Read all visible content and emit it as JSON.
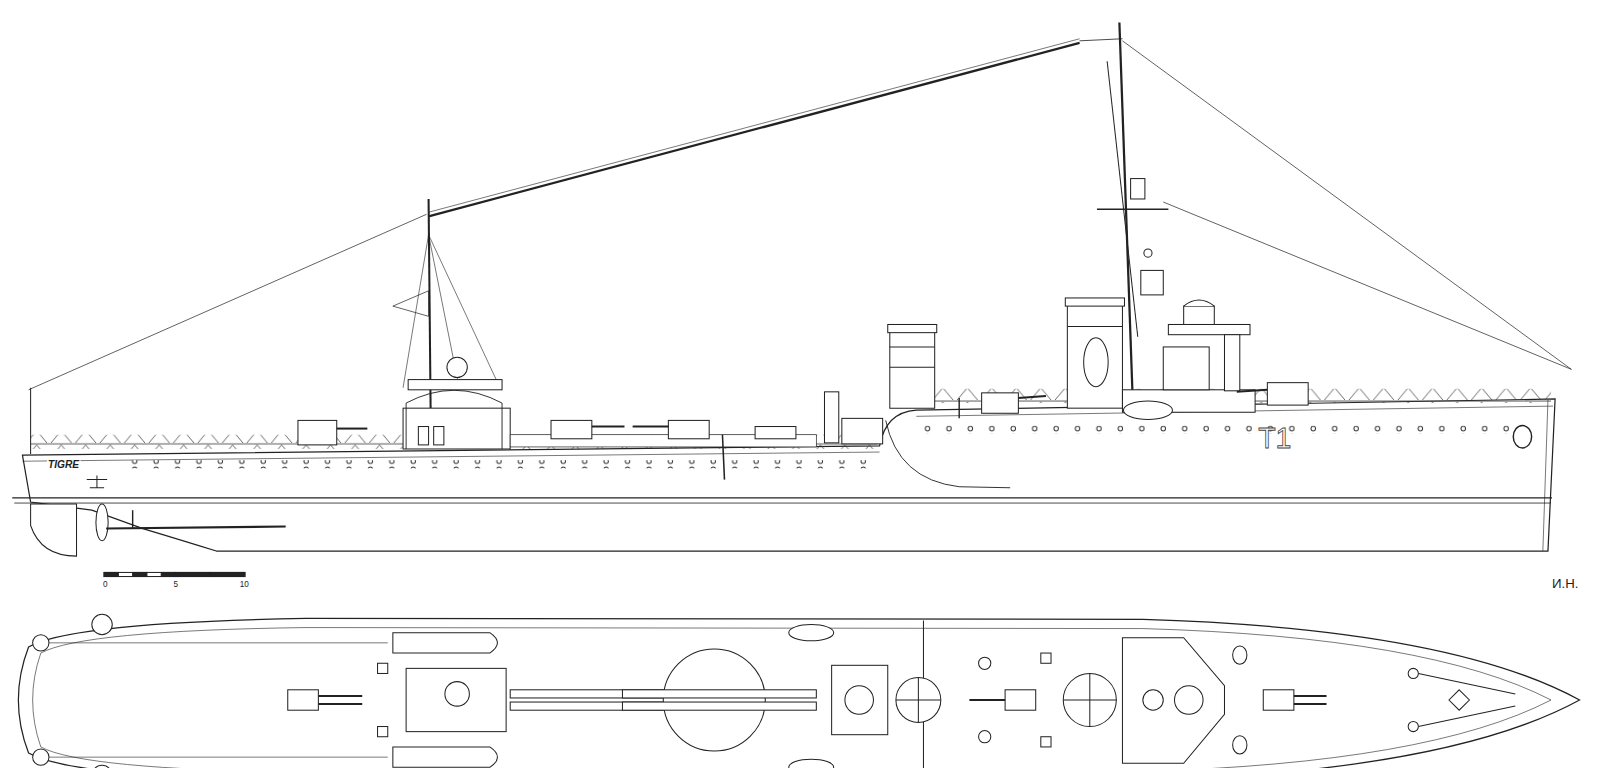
{
  "diagram": {
    "labels": [
      "TIGRE",
      "T1",
      "0",
      "5",
      "10",
      "И.Н."
    ]
  }
}
